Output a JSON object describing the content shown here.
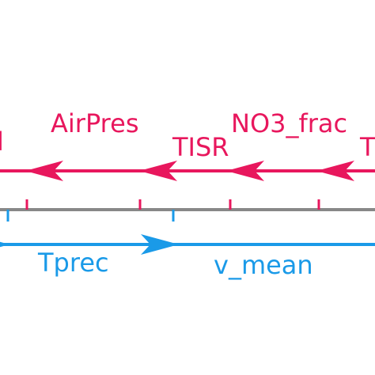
{
  "colors": {
    "negative": "#e8175d",
    "positive": "#1a9ae8",
    "axis": "#888888"
  },
  "diagram": {
    "type": "force-plot-fragment",
    "negative_labels": [
      {
        "id": "left-cut",
        "text": "l"
      },
      {
        "id": "airpres",
        "text": "AirPres"
      },
      {
        "id": "tisr",
        "text": "TISR"
      },
      {
        "id": "no3-frac",
        "text": "NO3_frac"
      },
      {
        "id": "right-cut",
        "text": "T"
      }
    ],
    "positive_labels": [
      {
        "id": "tprec",
        "text": "Tprec"
      },
      {
        "id": "v-mean",
        "text": "v_mean"
      }
    ]
  }
}
